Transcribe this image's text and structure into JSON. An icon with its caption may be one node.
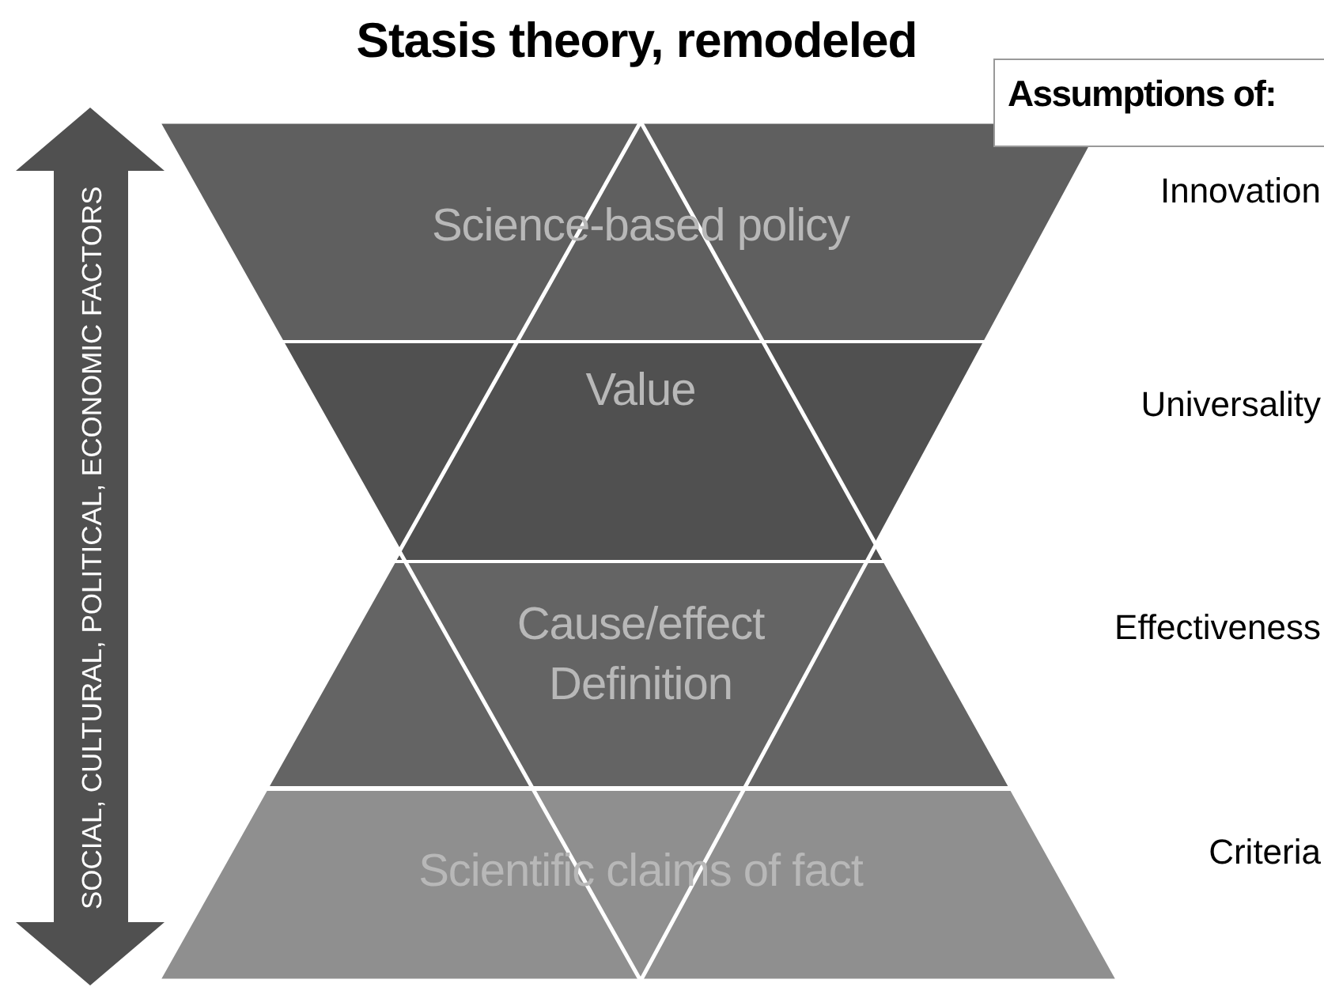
{
  "diagram": {
    "title": "Stasis theory, remodeled",
    "nodes": [
      {
        "text": [
          "SOCIAL, CULTURAL, POLITICAL, ECONOMIC FACTORS"
        ]
      },
      {
        "text": [
          "Science-based policy"
        ]
      },
      {
        "text": [
          "Value"
        ]
      },
      {
        "text": [
          "Cause/effect",
          "Definition"
        ]
      },
      {
        "text": [
          "Scientific claims of fact"
        ]
      },
      {
        "text": [
          "Assumptions of:"
        ]
      }
    ],
    "edges": [],
    "labels": [
      "Innovation",
      "Universality",
      "Effectiveness",
      "Criteria"
    ]
  }
}
